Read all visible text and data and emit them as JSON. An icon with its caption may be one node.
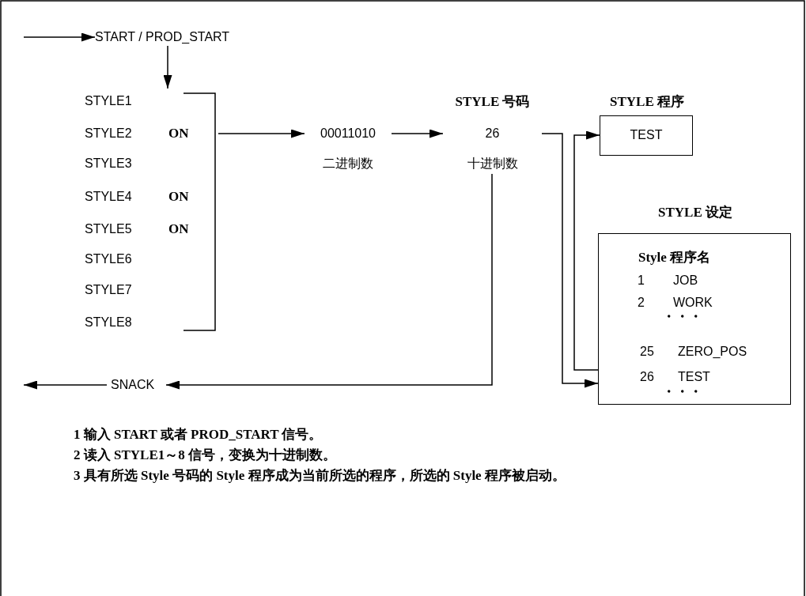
{
  "diagram": {
    "nodes": [
      {
        "text": [
          "START / PROD_START"
        ]
      },
      {
        "text": [
          "STYLE1",
          "STYLE2",
          "ON",
          "STYLE3",
          "STYLE4",
          "ON",
          "STYLE5",
          "ON",
          "STYLE6",
          "STYLE7",
          "STYLE8"
        ]
      },
      {
        "text": [
          "00011010",
          "二进制数"
        ]
      },
      {
        "text": [
          "STYLE 号码",
          "26",
          "十进制数"
        ]
      },
      {
        "text": [
          "STYLE 程序",
          "TEST"
        ]
      },
      {
        "text": [
          "STYLE 设定",
          "Style 程序名",
          "1",
          "JOB",
          "2",
          "WORK",
          "・・・",
          "25",
          "ZERO_POS",
          "26",
          "TEST",
          "・・・"
        ]
      },
      {
        "text": [
          "SNACK"
        ]
      }
    ],
    "edges": [
      {
        "from": null,
        "to": 0,
        "arrow": "to"
      },
      {
        "from": 0,
        "to": 1,
        "arrow": "to"
      },
      {
        "from": 1,
        "to": 2,
        "arrow": "to"
      },
      {
        "from": 2,
        "to": 3,
        "arrow": "to"
      },
      {
        "from": 3,
        "to": 5,
        "arrow": "to"
      },
      {
        "from": 5,
        "to": 4,
        "arrow": "to"
      },
      {
        "from": 3,
        "to": 6,
        "arrow": "to"
      },
      {
        "from": 6,
        "to": null,
        "arrow": "to"
      }
    ],
    "labels": [
      "1 输入 START 或者 PROD_START 信号。",
      "2 读入 STYLE1～8 信号，变换为十进制数。",
      "3 具有所选 Style 号码的 Style 程序成为当前所选的程序，所选的 Style 程序被启动。"
    ]
  }
}
